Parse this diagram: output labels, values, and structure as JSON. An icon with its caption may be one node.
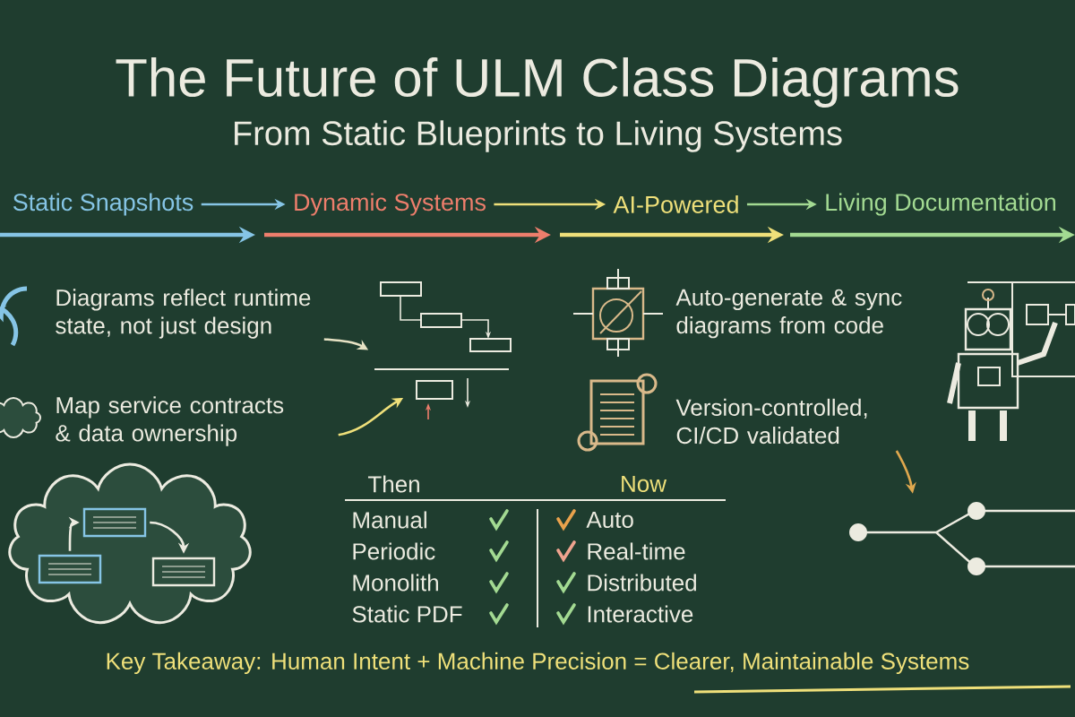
{
  "diagram": {
    "title": "The Future of ULM Class Diagrams",
    "nodes": [
      {
        "text": [
          "Static Snapshots"
        ]
      },
      {
        "text": [
          "Dynamic Systems"
        ]
      },
      {
        "text": [
          "AI-Powered"
        ]
      },
      {
        "text": [
          "Living Documentation"
        ]
      },
      {
        "text": [
          "Diagrams reflect runtime state, not just design"
        ]
      },
      {
        "text": [
          "Map service contracts & data ownership"
        ]
      },
      {
        "text": [
          "Auto-generate & sync diagrams from code"
        ]
      },
      {
        "text": [
          "Version-controlled, CI/CD validated"
        ]
      },
      {
        "text": [],
        "shape": "picture"
      },
      {
        "text": [],
        "shape": "picture"
      },
      {
        "text": [],
        "shape": "picture"
      },
      {
        "text": [],
        "shape": "cloud"
      },
      {
        "text": [],
        "shape": "box",
        "in": 11
      },
      {
        "text": [],
        "shape": "box",
        "in": 11
      },
      {
        "text": [],
        "shape": "box",
        "in": 11
      }
    ],
    "edges": [
      {
        "from": 0,
        "to": 1,
        "arrow": "to",
        "color": "#86c5e6"
      },
      {
        "from": 1,
        "to": 2,
        "arrow": "to",
        "color": "#efe07a"
      },
      {
        "from": 2,
        "to": 3,
        "arrow": "to",
        "color": "#a3da92"
      },
      {
        "from": 4,
        "to": 8,
        "arrow": "to",
        "color": "#e6e2c4"
      },
      {
        "from": 5,
        "to": 9,
        "arrow": "to",
        "color": "#efe07a"
      },
      {
        "from": 7,
        "to": 10,
        "arrow": "to",
        "color": "#e0a84e"
      },
      {
        "from": 12,
        "to": 13,
        "arrow": "to",
        "color": "#ecebe0"
      },
      {
        "from": 13,
        "to": 14,
        "arrow": "to",
        "color": "#ecebe0"
      }
    ],
    "labels": [
      "From Static Blueprints to Living Systems",
      "Then",
      "Now",
      "Manual",
      "Auto",
      "Periodic",
      "Real-time",
      "Monolith",
      "Distributed",
      "Static PDF",
      "Interactive",
      "Key Takeaway: Human Intent + Machine Precision = Clearer, Maintainable Systems"
    ]
  }
}
